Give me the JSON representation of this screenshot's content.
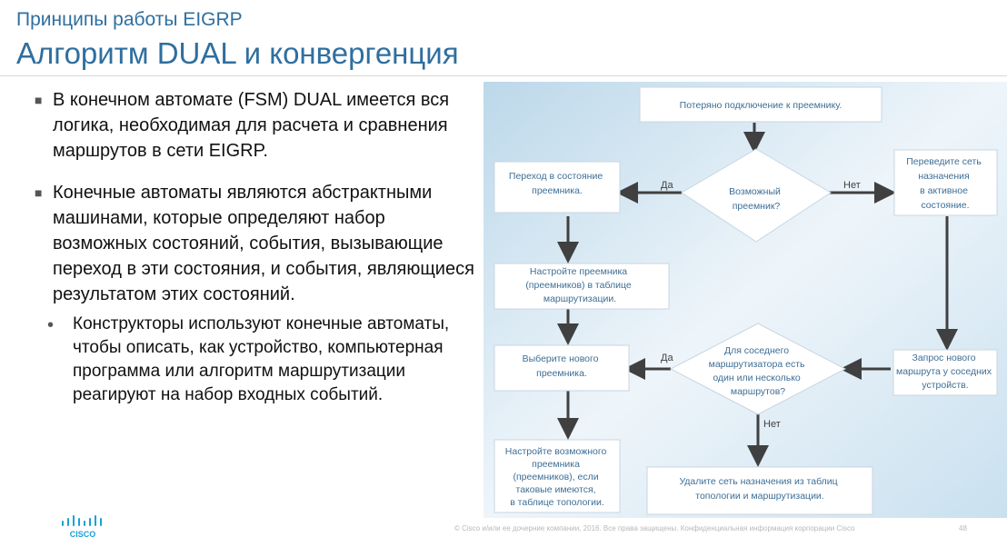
{
  "header": {
    "subtitle": "Принципы работы EIGRP",
    "title": "Алгоритм DUAL и конвергенция"
  },
  "bullets": [
    {
      "text": "В конечном автомате (FSM) DUAL имеется вся логика, необходимая для расчета и сравнения маршрутов в сети EIGRP."
    },
    {
      "text": "Конечные автоматы являются абстрактными машинами, которые определяют набор возможных состояний, события, вызывающие переход в эти состояния, и события, являющиеся результатом этих состояний."
    }
  ],
  "subbullets": [
    {
      "text": "Конструкторы используют конечные автоматы, чтобы описать, как устройство, компьютерная программа или алгоритм маршрутизации реагируют на набор входных событий."
    }
  ],
  "flowchart": {
    "lost": "Потеряно подключение к преемнику.",
    "decision1": [
      "Возможный",
      "преемник?"
    ],
    "go_successor": [
      "Переход в состояние",
      "преемника."
    ],
    "active": [
      "Переведите сеть",
      "назначения",
      "в активное",
      "состояние."
    ],
    "configure": [
      "Настройте преемника",
      "(преемников) в таблице",
      "маршрутизации."
    ],
    "decision2": [
      "Для соседнего",
      "маршрутизатора есть",
      "один или несколько",
      "маршрутов?"
    ],
    "choose": [
      "Выберите нового",
      "преемника."
    ],
    "query": [
      "Запрос нового",
      "маршрута у соседних",
      "устройств."
    ],
    "configure_fs": [
      "Настройте возможного",
      "преемника",
      "(преемников), если",
      "таковые имеются,",
      "в таблице топологии."
    ],
    "remove": [
      "Удалите сеть назначения из таблиц",
      "топологии и маршрутизации."
    ],
    "yes1": "Да",
    "no1": "Нет",
    "yes2": "Да",
    "no2": "Нет"
  },
  "footer": {
    "copyright": "© Cisco и/или ее дочерние компании, 2016. Все права защищены. Конфиденциальная информация корпорации Cisco",
    "page": "48"
  },
  "logo": {
    "text": "CISCO"
  },
  "colors": {
    "title": "#2f6f9f",
    "flow_text": "#3d6e96",
    "arrow": "#404040",
    "logo": "#1ba0d7"
  }
}
